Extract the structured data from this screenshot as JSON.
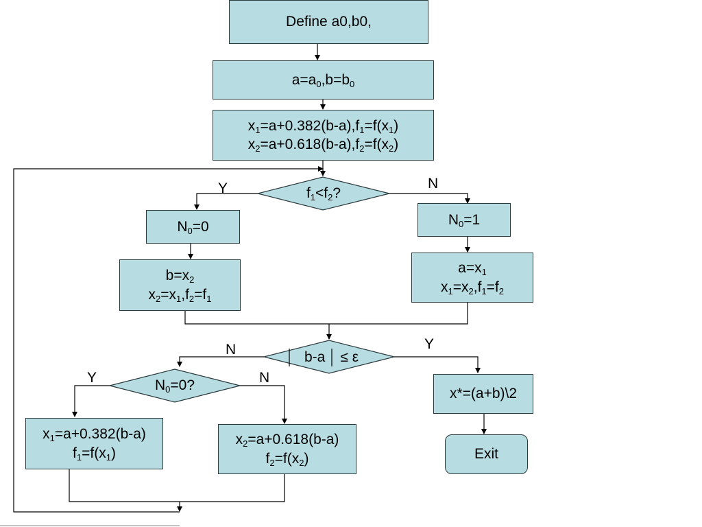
{
  "nodes": {
    "define": "Define a0,b0,",
    "init_a": "a=a",
    "init_a_sub": "0",
    "init_b": ",b=b",
    "init_b_sub": "0",
    "x1_line": {
      "t1": "x",
      "s1": "1",
      "t2": "=a+0.382(b-a),f",
      "s2": "1",
      "t3": "=f(x",
      "s3": "1",
      "t4": ")"
    },
    "x2_line": {
      "t1": "x",
      "s1": "2",
      "t2": "=a+0.618(b-a),f",
      "s2": "2",
      "t3": "=f(x",
      "s3": "2",
      "t4": ")"
    },
    "cond_f": {
      "t1": "f",
      "s1": "1",
      "t2": "<f",
      "s2": "2",
      "t3": "?"
    },
    "n0_zero": {
      "t1": "N",
      "s1": "0",
      "t2": "=0"
    },
    "n0_one": {
      "t1": "N",
      "s1": "0",
      "t2": "=1"
    },
    "left_update": {
      "l1": {
        "t1": "b=x",
        "s1": "2"
      },
      "l2": {
        "t1": "x",
        "s1": "2",
        "t2": "=x",
        "s2": "1",
        "t3": ",f",
        "s3": "2",
        "t4": "=f",
        "s4": "1"
      }
    },
    "right_update": {
      "l1": {
        "t1": "a=x",
        "s1": "1"
      },
      "l2": {
        "t1": "x",
        "s1": "1",
        "t2": "=x",
        "s2": "2",
        "t3": ",f",
        "s3": "1",
        "t4": "=f",
        "s4": "2"
      }
    },
    "cond_eps": {
      "t1": "b-a",
      "t2": "≤ ε"
    },
    "cond_n0": {
      "t1": "N",
      "s1": "0",
      "t2": "=0?"
    },
    "new_x1": {
      "l1": {
        "t1": "x",
        "s1": "1",
        "t2": "=a+0.382(b-a)"
      },
      "l2": {
        "t1": "f",
        "s1": "1",
        "t2": "=f(x",
        "s2": "1",
        "t3": ")"
      }
    },
    "new_x2": {
      "l1": {
        "t1": "x",
        "s1": "2",
        "t2": "=a+0.618(b-a)"
      },
      "l2": {
        "t1": "f",
        "s1": "2",
        "t2": "=f(x",
        "s2": "2",
        "t3": ")"
      }
    },
    "result": "x*=(a+b)\\2",
    "exit": "Exit"
  },
  "edge_labels": {
    "f_yes": "Y",
    "f_no": "N",
    "eps_no": "N",
    "eps_yes": "Y",
    "n0_yes": "Y",
    "n0_no": "N"
  },
  "colors": {
    "node_fill": "#b7dde2",
    "node_border": "#2b3a3d",
    "line": "#000000"
  }
}
